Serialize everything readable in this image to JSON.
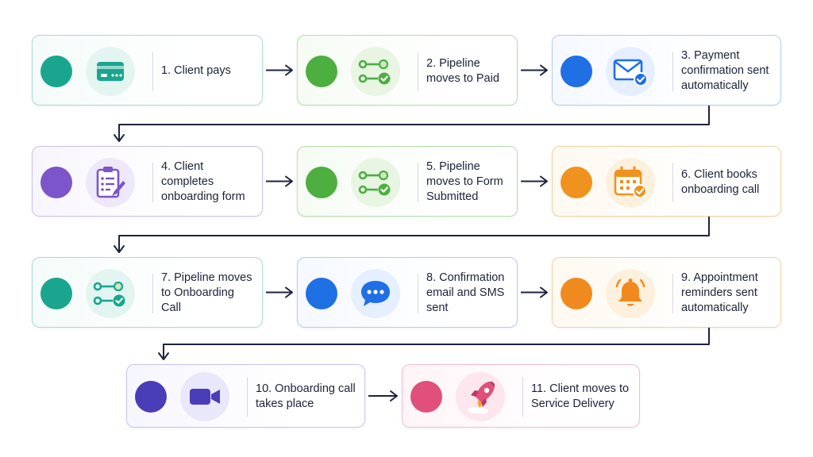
{
  "steps": [
    {
      "number": "1",
      "label": "1. Client pays",
      "icon": "credit-card-icon",
      "accent": "#1aa58f",
      "soft": "#e3f5f1",
      "border": "#a8ddd3"
    },
    {
      "number": "2",
      "label": "2. Pipeline moves to Paid",
      "icon": "pipeline-icon",
      "accent": "#4caf3f",
      "soft": "#e8f5e3",
      "border": "#b6dfa9"
    },
    {
      "number": "3",
      "label": "3. Payment confirmation sent automatically",
      "icon": "email-check-icon",
      "accent": "#1f6fe5",
      "soft": "#e6efff",
      "border": "#b3ccf3"
    },
    {
      "number": "4",
      "label": "4. Client completes onboarding form",
      "icon": "clipboard-form-icon",
      "accent": "#7b55c9",
      "soft": "#eee8fa",
      "border": "#cdbfee"
    },
    {
      "number": "5",
      "label": "5. Pipeline moves to Form Submitted",
      "icon": "pipeline-icon",
      "accent": "#4caf3f",
      "soft": "#e8f5e3",
      "border": "#b6dfa9"
    },
    {
      "number": "6",
      "label": "6. Client books onboarding call",
      "icon": "calendar-check-icon",
      "accent": "#f0921e",
      "soft": "#fdf0dc",
      "border": "#f2d2a3"
    },
    {
      "number": "7",
      "label": "7. Pipeline moves to Onboarding Call",
      "icon": "pipeline-icon",
      "accent": "#1aa58f",
      "soft": "#e3f5f1",
      "border": "#a8ddd3"
    },
    {
      "number": "8",
      "label": "8. Confirmation email and SMS sent",
      "icon": "chat-bubble-icon",
      "accent": "#1f6fe5",
      "soft": "#e6efff",
      "border": "#b3ccf3"
    },
    {
      "number": "9",
      "label": "9. Appointment reminders sent automatically",
      "icon": "bell-icon",
      "accent": "#f08a1e",
      "soft": "#fdf0dc",
      "border": "#f2d2a3"
    },
    {
      "number": "10",
      "label": "10. Onboarding call takes place",
      "icon": "video-camera-icon",
      "accent": "#4a3db8",
      "soft": "#e9e7fa",
      "border": "#c8c2ee"
    },
    {
      "number": "11",
      "label": "11. Client moves to Service Delivery",
      "icon": "rocket-icon",
      "accent": "#e0507a",
      "soft": "#fde6ee",
      "border": "#f3bcd0"
    }
  ],
  "colors": {
    "connector": "#1c2340",
    "text": "#1a2238"
  }
}
